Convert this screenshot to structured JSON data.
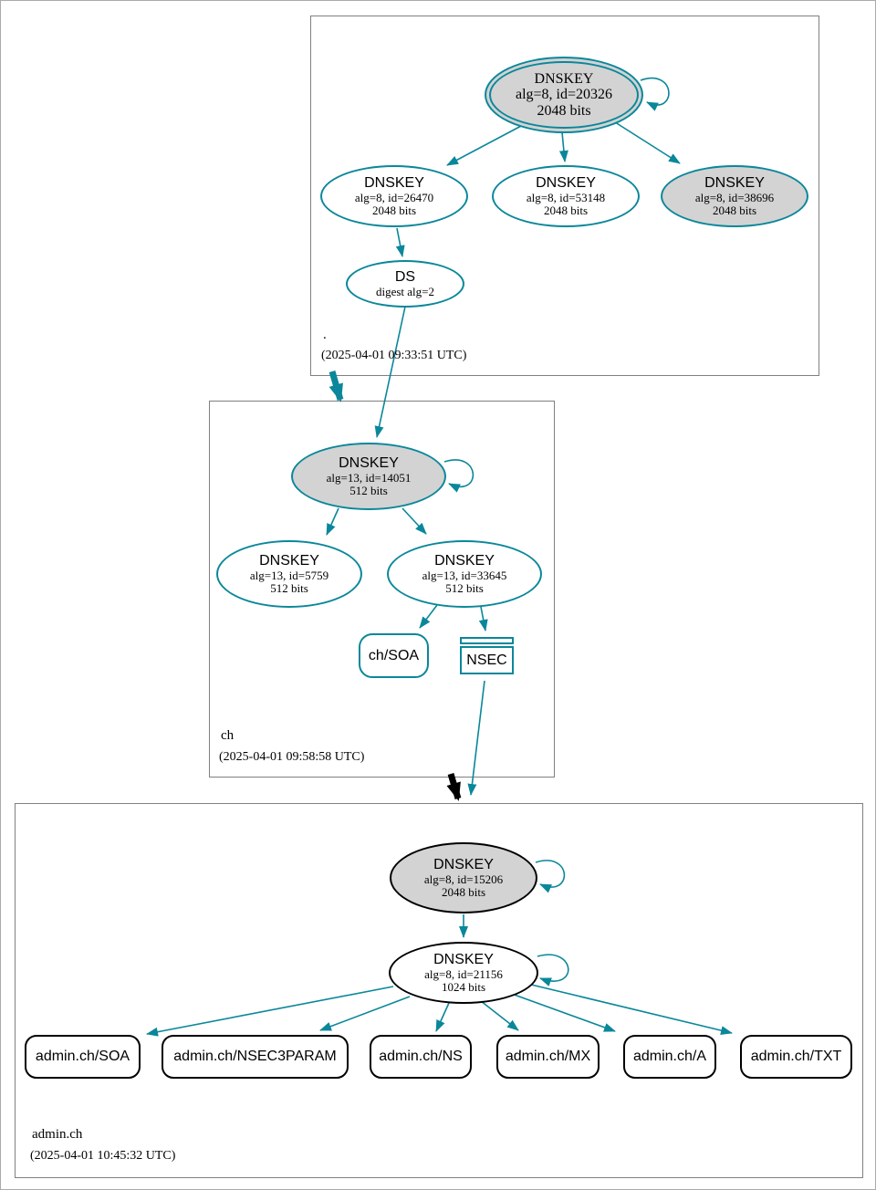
{
  "colors": {
    "secure_teal": "#0a879a",
    "insecure_black": "#000000",
    "ksk_fill_gray": "#d3d3d3",
    "zone_box_border": "#808080"
  },
  "zones": [
    {
      "label": ".",
      "timestamp": "(2025-04-01 09:33:51 UTC)",
      "ksk": {
        "type": "DNSKEY",
        "alg": "alg=8, id=20326",
        "bits": "2048 bits"
      },
      "zsk1": {
        "type": "DNSKEY",
        "alg": "alg=8, id=26470",
        "bits": "2048 bits"
      },
      "zsk2": {
        "type": "DNSKEY",
        "alg": "alg=8, id=53148",
        "bits": "2048 bits"
      },
      "zsk3": {
        "type": "DNSKEY",
        "alg": "alg=8, id=38696",
        "bits": "2048 bits"
      },
      "ds": {
        "type": "DS",
        "digest": "digest alg=2"
      }
    },
    {
      "label": "ch",
      "timestamp": "(2025-04-01 09:58:58 UTC)",
      "ksk": {
        "type": "DNSKEY",
        "alg": "alg=13, id=14051",
        "bits": "512 bits"
      },
      "zsk1": {
        "type": "DNSKEY",
        "alg": "alg=13, id=5759",
        "bits": "512 bits"
      },
      "zsk2": {
        "type": "DNSKEY",
        "alg": "alg=13, id=33645",
        "bits": "512 bits"
      },
      "rrset_soa": "ch/SOA",
      "nsec": "NSEC"
    },
    {
      "label": "admin.ch",
      "timestamp": "(2025-04-01 10:45:32 UTC)",
      "ksk": {
        "type": "DNSKEY",
        "alg": "alg=8, id=15206",
        "bits": "2048 bits"
      },
      "zsk": {
        "type": "DNSKEY",
        "alg": "alg=8, id=21156",
        "bits": "1024 bits"
      },
      "rrsets": [
        "admin.ch/SOA",
        "admin.ch/NSEC3PARAM",
        "admin.ch/NS",
        "admin.ch/MX",
        "admin.ch/A",
        "admin.ch/TXT"
      ]
    }
  ]
}
